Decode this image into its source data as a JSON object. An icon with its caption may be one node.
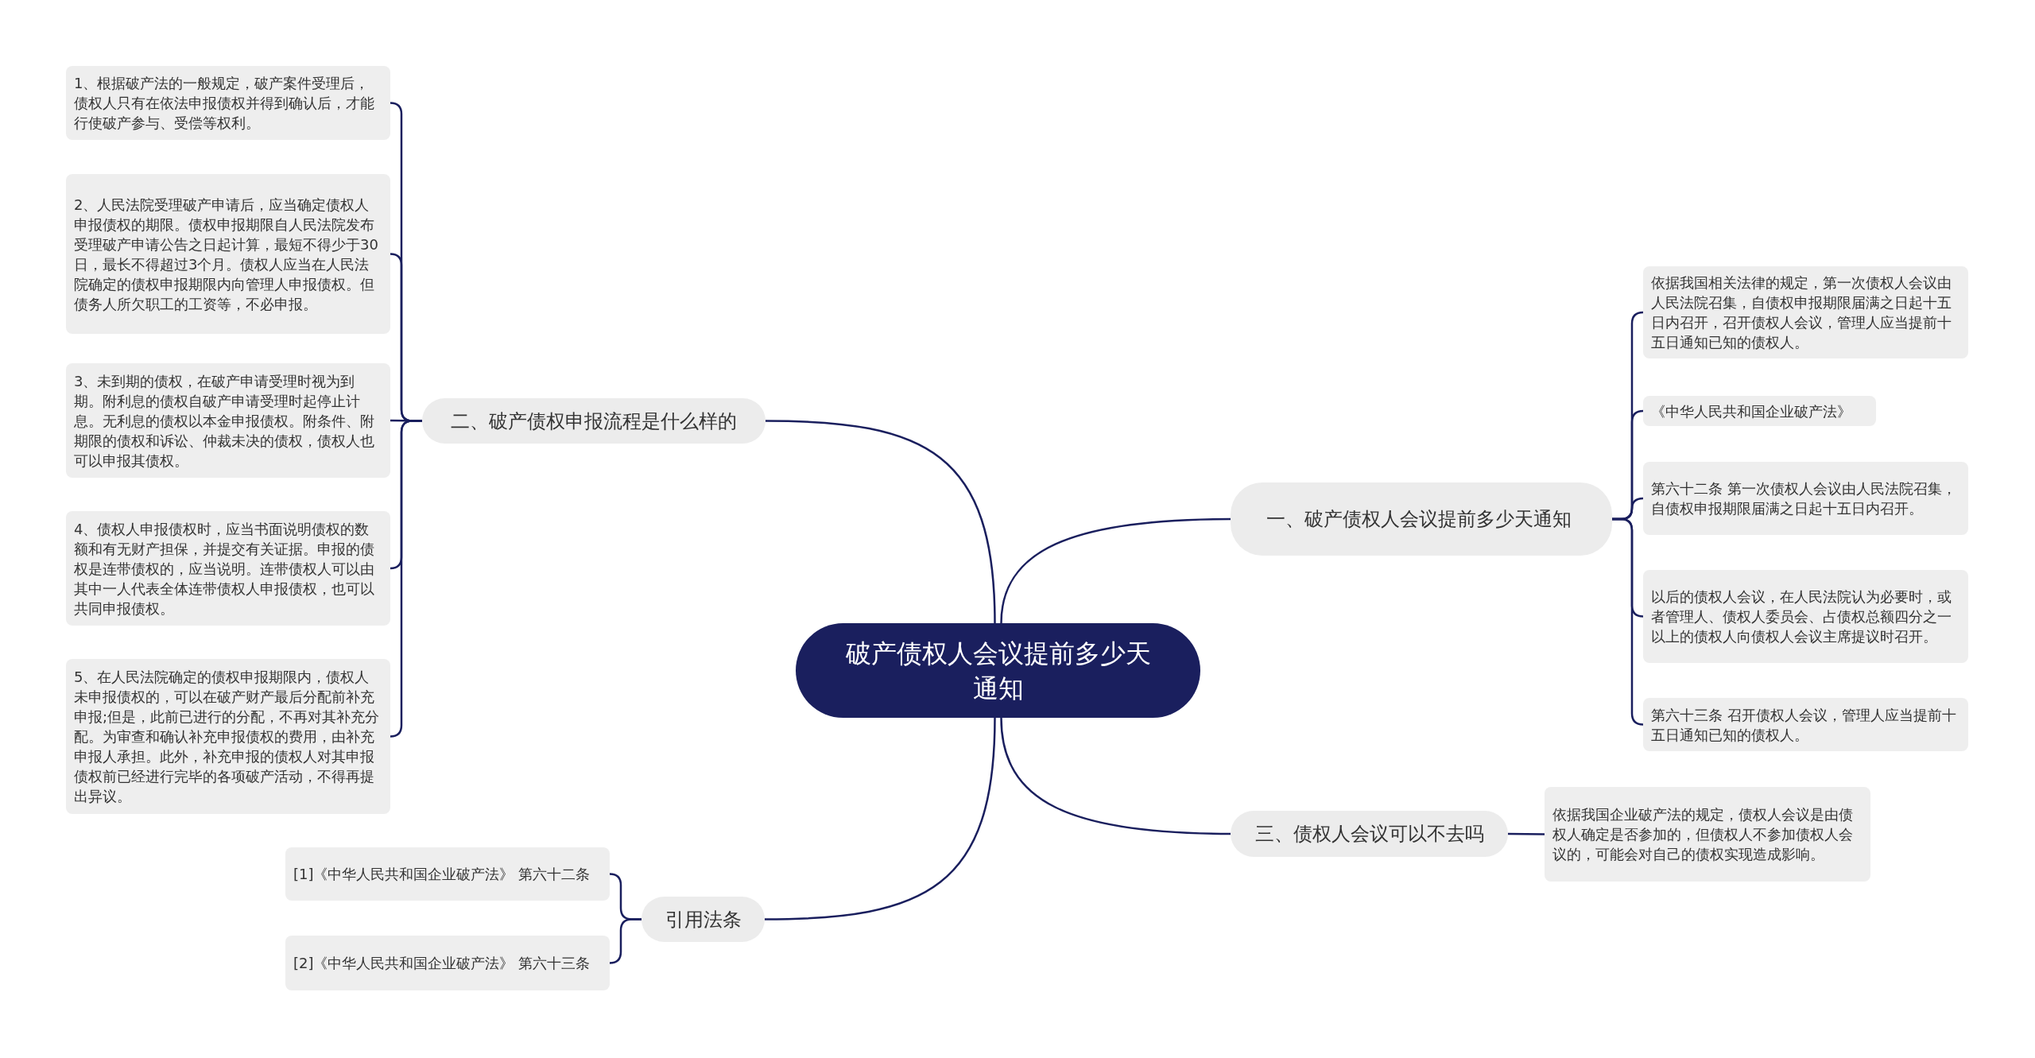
{
  "diagram": {
    "nodes": [
      {
        "text": [
          "破产债权人会议提前多少天通知"
        ]
      },
      {
        "text": [
          "二、破产债权申报流程是什么样的"
        ]
      },
      {
        "text": [
          "1、根据破产法的一般规定，破产案件受理后，债权人只有在依法申报债权并得到确认后，才能行使破产参与、受偿等权利。"
        ]
      },
      {
        "text": [
          "2、人民法院受理破产申请后，应当确定债权人申报债权的期限。债权申报期限自人民法院发布受理破产申请公告之日起计算，最短不得少于30日，最长不得超过3个月。债权人应当在人民法院确定的债权申报期限内向管理人申报债权。但债务人所欠职工的工资等，不必申报。"
        ]
      },
      {
        "text": [
          "3、未到期的债权，在破产申请受理时视为到期。附利息的债权自破产申请受理时起停止计息。无利息的债权以本金申报债权。附条件、附期限的债权和诉讼、仲裁未决的债权，债权人也可以申报其债权。"
        ]
      },
      {
        "text": [
          "4、债权人申报债权时，应当书面说明债权的数额和有无财产担保，并提交有关证据。申报的债权是连带债权的，应当说明。连带债权人可以由其中一人代表全体连带债权人申报债权，也可以共同申报债权。"
        ]
      },
      {
        "text": [
          "5、在人民法院确定的债权申报期限内，债权人未申报债权的，可以在破产财产最后分配前补充申报;但是，此前已进行的分配，不再对其补充分配。为审查和确认补充申报债权的费用，由补充申报人承担。此外，补充申报的债权人对其申报债权前已经进行完毕的各项破产活动，不得再提出异议。"
        ]
      },
      {
        "text": [
          "一、破产债权人会议提前多少天通知"
        ]
      },
      {
        "text": [
          "依据我国相关法律的规定，第一次债权人会议由人民法院召集，自债权申报期限届满之日起十五日内召开，召开债权人会议，管理人应当提前十五日通知已知的债权人。"
        ]
      },
      {
        "text": [
          "《中华人民共和国企业破产法》"
        ]
      },
      {
        "text": [
          "第六十二条 第一次债权人会议由人民法院召集，自债权申报期限届满之日起十五日内召开。"
        ]
      },
      {
        "text": [
          "以后的债权人会议，在人民法院认为必要时，或者管理人、债权人委员会、占债权总额四分之一以上的债权人向债权人会议主席提议时召开。"
        ]
      },
      {
        "text": [
          "第六十三条 召开债权人会议，管理人应当提前十五日通知已知的债权人。"
        ]
      },
      {
        "text": [
          "三、债权人会议可以不去吗"
        ]
      },
      {
        "text": [
          "依据我国企业破产法的规定，债权人会议是由债权人确定是否参加的，但债权人不参加债权人会议的，可能会对自己的债权实现造成影响。"
        ]
      },
      {
        "text": [
          "引用法条"
        ]
      },
      {
        "text": [
          "[1]《中华人民共和国企业破产法》 第六十二条"
        ]
      },
      {
        "text": [
          "[2]《中华人民共和国企业破产法》 第六十三条"
        ]
      }
    ],
    "edges": [
      {
        "from": 0,
        "to": 1,
        "arrow": "none"
      },
      {
        "from": 1,
        "to": 2,
        "arrow": "none"
      },
      {
        "from": 1,
        "to": 3,
        "arrow": "none"
      },
      {
        "from": 1,
        "to": 4,
        "arrow": "none"
      },
      {
        "from": 1,
        "to": 5,
        "arrow": "none"
      },
      {
        "from": 1,
        "to": 6,
        "arrow": "none"
      },
      {
        "from": 0,
        "to": 7,
        "arrow": "none"
      },
      {
        "from": 7,
        "to": 8,
        "arrow": "none"
      },
      {
        "from": 7,
        "to": 9,
        "arrow": "none"
      },
      {
        "from": 7,
        "to": 10,
        "arrow": "none"
      },
      {
        "from": 7,
        "to": 11,
        "arrow": "none"
      },
      {
        "from": 7,
        "to": 12,
        "arrow": "none"
      },
      {
        "from": 0,
        "to": 13,
        "arrow": "none"
      },
      {
        "from": 13,
        "to": 14,
        "arrow": "none"
      },
      {
        "from": 0,
        "to": 15,
        "arrow": "none"
      },
      {
        "from": 15,
        "to": 16,
        "arrow": "none"
      },
      {
        "from": 15,
        "to": 17,
        "arrow": "none"
      }
    ]
  }
}
